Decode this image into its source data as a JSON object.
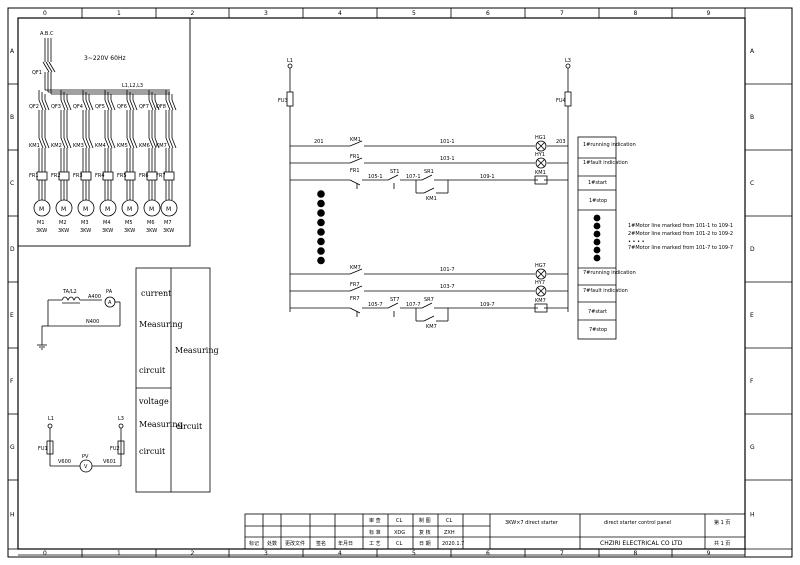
{
  "frame": {
    "cols": [
      "0",
      "1",
      "2",
      "3",
      "4",
      "5",
      "6",
      "7",
      "8",
      "9"
    ],
    "rows": [
      "A",
      "B",
      "C",
      "D",
      "E",
      "F",
      "G",
      "H"
    ]
  },
  "power": {
    "source": "A.B.C",
    "voltage": "3~220V 60Hz",
    "main_breaker": "QF1",
    "bus": "L1,L2,L3",
    "breakers": [
      "QF2",
      "QF3",
      "QF4",
      "QF5",
      "QF6",
      "QF7",
      "QF8"
    ],
    "contactors": [
      "KM1",
      "KM2",
      "KM3",
      "KM4",
      "KM5",
      "KM6",
      "KM7"
    ],
    "relays": [
      "FR1",
      "FR2",
      "FR3",
      "FR4",
      "FR5",
      "FR6",
      "FR7"
    ],
    "motors": [
      "M1",
      "M2",
      "M3",
      "M4",
      "M5",
      "M6",
      "M7"
    ],
    "ratings": [
      "3KW",
      "3KW",
      "3KW",
      "3KW",
      "3KW",
      "3KW",
      "3KW"
    ],
    "motor_symbol": "M"
  },
  "control": {
    "l1": "L1",
    "l3": "L3",
    "fu3": "FU3",
    "fu4": "FU4",
    "w201": "201",
    "w203": "203",
    "c1": {
      "km": "KM1",
      "n_run": "101-1",
      "fr": "FR1",
      "n_fault": "103-1",
      "n_st": "105-1",
      "st": "ST1",
      "n_sr": "107-1",
      "sr": "SR1",
      "n_coil": "109-1",
      "hg": "HG1",
      "hy": "HY1",
      "coil": "KM1",
      "hold": "KM1"
    },
    "c7": {
      "km": "KM7",
      "n_run": "101-7",
      "fr": "FR7",
      "n_fault": "103-7",
      "n_st": "105-7",
      "st": "ST7",
      "n_sr": "107-7",
      "sr": "SR7",
      "n_coil": "109-7",
      "hg": "HG7",
      "hy": "HY7",
      "coil": "KM7",
      "hold": "KM7"
    },
    "ind": [
      "1#running indication",
      "1#fault indication",
      "1#start",
      "1#stop",
      "7#running indication",
      "7#fault indication",
      "7#start",
      "7#stop"
    ],
    "note1": "1#Motor line marked from 101-1 to 109-1",
    "note2": "2#Motor line marked from 101-2 to 109-2",
    "note_dots": "• • • •",
    "note7": "7#Motor line marked from 101-7 to 109-7"
  },
  "meas": {
    "ta": "TA/L2",
    "a400": "A400",
    "pa": "PA",
    "pa_sym": "A",
    "n400": "N400",
    "l1": "L1",
    "l3": "L3",
    "fu1": "FU1",
    "fu2": "FU2",
    "v600": "V600",
    "pv": "PV",
    "pv_sym": "V",
    "v601": "V601",
    "c_current": "current",
    "c_measuring": "Measuring",
    "c_circuit": "circuit",
    "c_voltage": "voltage",
    "c_meas_right": "Measuring",
    "c_circ_right": "circuit"
  },
  "title_block": {
    "r1": [
      "审 查",
      "CL",
      "制 图",
      "CL"
    ],
    "r2": [
      "标 准",
      "XDG",
      "复 核",
      "ZXH"
    ],
    "r3": [
      "标记",
      "处数",
      "更改文件",
      "签名",
      "年月日",
      "工 艺",
      "CL",
      "日 期",
      "2020.1.7"
    ],
    "drawing_title": "3KW×7 direct starter",
    "doc_title": "direct starter control panel",
    "company": "CHZIRI ELECTRICAL CO LTD",
    "sheet1": "第 1 页",
    "sheet2": "共 1 页"
  }
}
